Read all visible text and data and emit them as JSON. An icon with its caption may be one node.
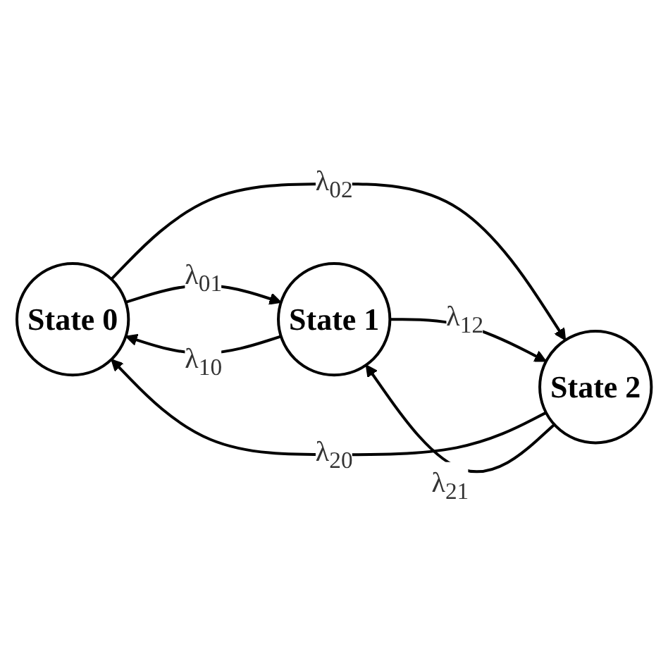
{
  "diagram": {
    "nodes": [
      {
        "text": [
          "State 0"
        ]
      },
      {
        "text": [
          "State 1"
        ]
      },
      {
        "text": [
          "State 2"
        ]
      }
    ],
    "edges": [
      {
        "from": 1,
        "to": 0,
        "arrow": "to",
        "label": "λ$_{10}$"
      },
      {
        "from": 0,
        "to": 1,
        "arrow": "to",
        "label": "λ$_{01}$"
      },
      {
        "from": 2,
        "to": 0,
        "arrow": "to",
        "label": "λ$_{20}$"
      },
      {
        "from": 0,
        "to": 2,
        "arrow": "to",
        "label": "λ$_{02}$"
      },
      {
        "from": 1,
        "to": 2,
        "arrow": "to",
        "label": "λ$_{12}$"
      },
      {
        "from": 2,
        "to": 1,
        "arrow": "to",
        "label": "λ$_{21}$"
      }
    ]
  }
}
